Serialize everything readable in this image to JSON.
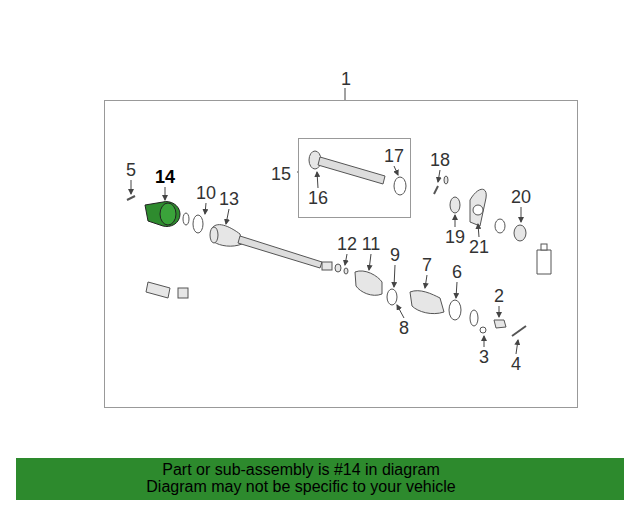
{
  "diagram": {
    "nodes": [
      {
        "text": [
          "1"
        ]
      },
      {
        "text": [
          "15"
        ],
        "in": 0
      },
      {
        "text": [
          "Part or sub-assembly is #14 in diagram",
          "Diagram may not be specific to your vehicle"
        ]
      }
    ],
    "labels": [
      "14",
      "5",
      "10",
      "13",
      "16",
      "17",
      "18",
      "12",
      "11",
      "9",
      "7",
      "6",
      "19",
      "21",
      "20",
      "8",
      "2",
      "3",
      "4"
    ]
  }
}
